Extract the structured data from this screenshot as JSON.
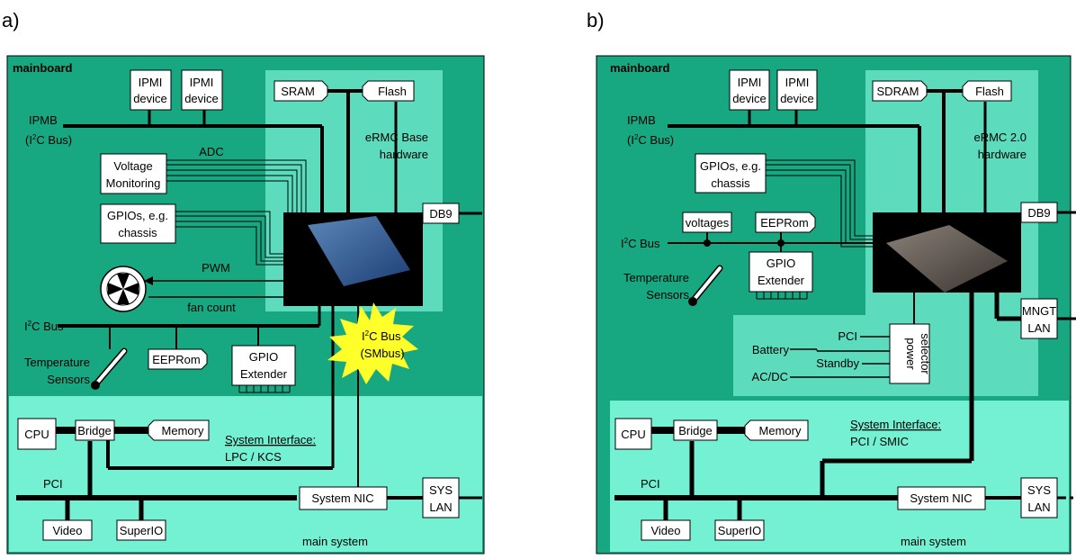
{
  "panel_a": {
    "tag": "a)",
    "mainboard": "mainboard",
    "ipmi_device_1": [
      "IPMI",
      "device"
    ],
    "ipmi_device_2": [
      "IPMI",
      "device"
    ],
    "sram": "SRAM",
    "flash": "Flash",
    "ermc_label": [
      "eRMC Base",
      "hardware"
    ],
    "ipmb": [
      "IPMB",
      "(I",
      "2",
      "C Bus)"
    ],
    "adc": "ADC",
    "voltage_monitoring": [
      "Voltage",
      "Monitoring"
    ],
    "gpios": [
      "GPIOs, e.g.",
      "chassis"
    ],
    "db9": "DB9",
    "pwm": "PWM",
    "fan_count": "fan count",
    "i2c_bus": [
      "I",
      "2",
      "C Bus"
    ],
    "temperature_sensors": [
      "Temperature",
      "Sensors"
    ],
    "eeprom": "EEPRom",
    "gpio_extender": [
      "GPIO",
      "Extender"
    ],
    "smbus": [
      "I",
      "2",
      "C Bus",
      "(SMbus)"
    ],
    "cpu": "CPU",
    "bridge": "Bridge",
    "memory": "Memory",
    "system_interface": [
      "System Interface:",
      "LPC / KCS"
    ],
    "pci": "PCI",
    "system_nic": "System NIC",
    "sys_lan": [
      "SYS",
      "LAN"
    ],
    "video": "Video",
    "superio": "SuperIO",
    "main_system": "main system"
  },
  "panel_b": {
    "tag": "b)",
    "mainboard": "mainboard",
    "ipmi_device_1": [
      "IPMI",
      "device"
    ],
    "ipmi_device_2": [
      "IPMI",
      "device"
    ],
    "sdram": "SDRAM",
    "flash": "Flash",
    "ermc_label": [
      "eRMC 2.0",
      "hardware"
    ],
    "ipmb": [
      "IPMB",
      "(I",
      "2",
      "C Bus)"
    ],
    "gpios": [
      "GPIOs, e.g.",
      "chassis"
    ],
    "voltages": "voltages",
    "eeprom": "EEPRom",
    "db9": "DB9",
    "i2c_bus": [
      "I",
      "2",
      "C Bus"
    ],
    "gpio_extender": [
      "GPIO",
      "Extender"
    ],
    "temperature_sensors": [
      "Temperature",
      "Sensors"
    ],
    "mngt_lan": [
      "MNGT",
      "LAN"
    ],
    "pci_in": "PCI",
    "battery": "Battery",
    "standby": "Standby",
    "acdc": "AC/DC",
    "power_selector": [
      "power",
      "selector"
    ],
    "system_interface": [
      "System Interface:",
      "PCI / SMIC"
    ],
    "cpu": "CPU",
    "bridge": "Bridge",
    "memory": "Memory",
    "pci": "PCI",
    "system_nic": "System NIC",
    "sys_lan": [
      "SYS",
      "LAN"
    ],
    "video": "Video",
    "superio": "SuperIO",
    "main_system": "main system"
  },
  "colors": {
    "board": "#17a882",
    "ermc_area": "#5ddcbd",
    "main_area": "#74f0d2",
    "burst": "#ffff2a"
  }
}
